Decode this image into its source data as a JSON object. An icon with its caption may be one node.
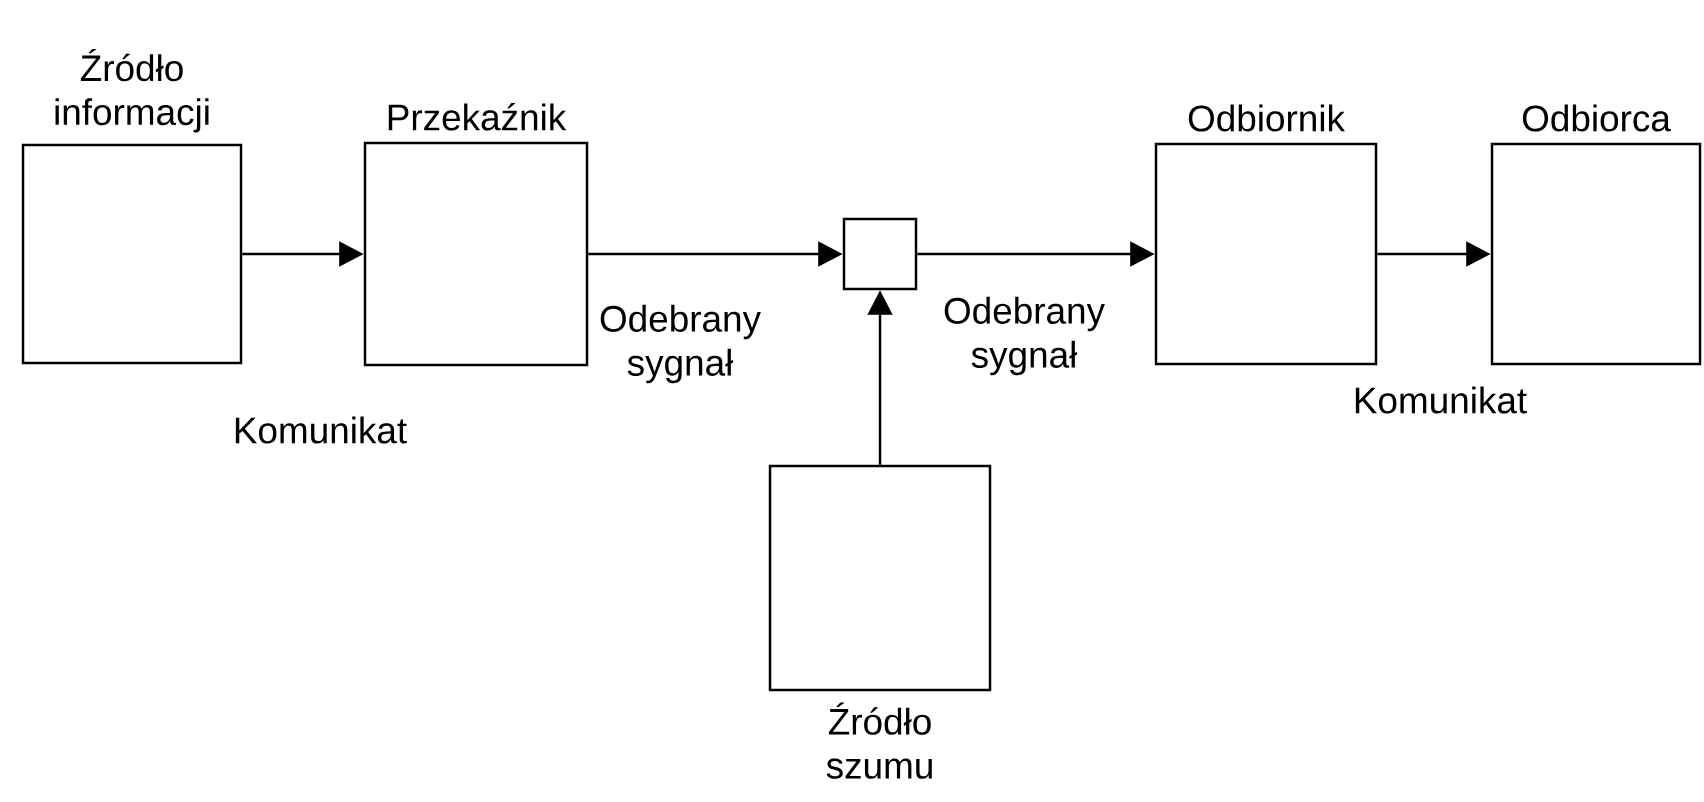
{
  "diagram": {
    "nodes": [
      {
        "text": [
          "Źródło informacji"
        ]
      },
      {
        "text": [
          "Przekaźnik"
        ]
      },
      {
        "text": [],
        "shape": "box"
      },
      {
        "text": [
          "Odbiornik"
        ]
      },
      {
        "text": [
          "Odbiorca"
        ]
      },
      {
        "text": [
          "Źródło szumu"
        ]
      }
    ],
    "edges": [
      {
        "from": 0,
        "to": 1,
        "arrow": "to",
        "label": "Komunikat"
      },
      {
        "from": 1,
        "to": 2,
        "arrow": "to",
        "label": "Odebrany sygnał"
      },
      {
        "from": 2,
        "to": 3,
        "arrow": "to",
        "label": "Odebrany sygnał"
      },
      {
        "from": 3,
        "to": 4,
        "arrow": "to",
        "label": "Komunikat"
      },
      {
        "from": 5,
        "to": 2,
        "arrow": "to"
      }
    ]
  }
}
